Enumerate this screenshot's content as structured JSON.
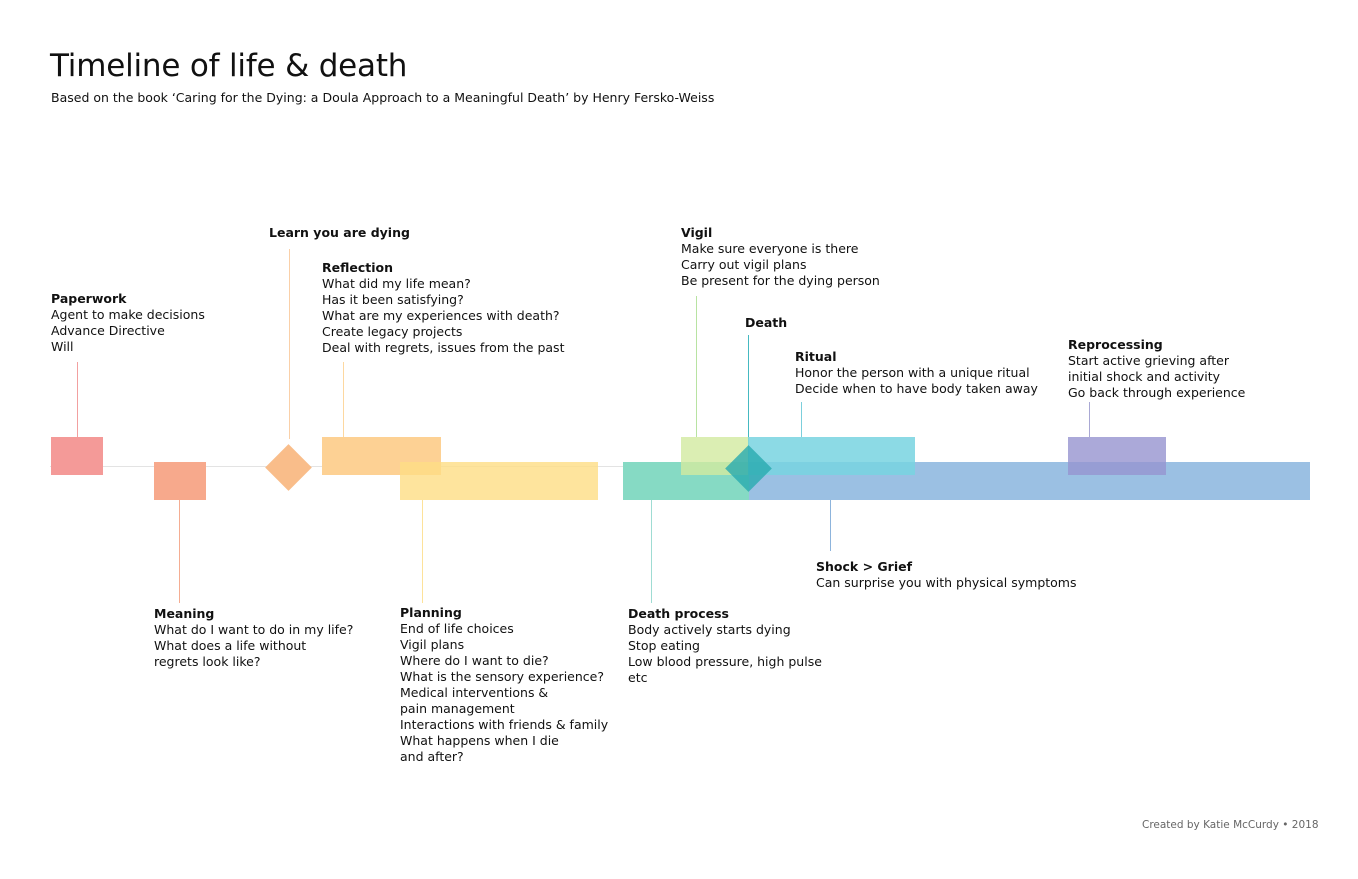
{
  "header": {
    "title": "Timeline of life & death",
    "subtitle": "Based on the book ‘Caring for the Dying: a Doula Approach to a Meaningful Death’ by Henry Fersko-Weiss"
  },
  "footer": {
    "credit": "Created by Katie McCurdy • 2018"
  },
  "colors": {
    "paperwork": "#f49a98",
    "meaning": "#f7a98c",
    "learn_dying": "#f9bd8a",
    "reflection": "#fdd194",
    "planning": "#fee497",
    "death_process": "#86dac4",
    "vigil": "#dcefb0",
    "death": "#3db6b8",
    "ritual": "#8adbe3",
    "shock_grief": "#9bc0e3",
    "reprocessing": "#a7a6d6"
  },
  "stages": {
    "paperwork": {
      "heading": "Paperwork",
      "lines": [
        "Agent to make decisions",
        "Advance Directive",
        "Will"
      ]
    },
    "meaning": {
      "heading": "Meaning",
      "lines": [
        "What do I want to do in my life?",
        "What does a life without",
        "regrets look like?"
      ]
    },
    "learn_dying": {
      "heading": "Learn you are dying",
      "lines": []
    },
    "reflection": {
      "heading": "Reflection",
      "lines": [
        "What did my life mean?",
        "Has it been satisfying?",
        "What are my experiences with death?",
        "Create legacy projects",
        "Deal with regrets, issues from the past"
      ]
    },
    "planning": {
      "heading": "Planning",
      "lines": [
        "End of life choices",
        "Vigil plans",
        "Where do I want to die?",
        "What is the sensory experience?",
        "Medical interventions &",
        "pain management",
        "Interactions with friends & family",
        "What happens when I die",
        "and after?"
      ]
    },
    "death_process": {
      "heading": "Death process",
      "lines": [
        "Body actively starts dying",
        "Stop eating",
        "Low blood pressure, high pulse",
        "etc"
      ]
    },
    "vigil": {
      "heading": "Vigil",
      "lines": [
        "Make sure everyone is there",
        "Carry out vigil plans",
        "Be present for the dying person"
      ]
    },
    "death": {
      "heading": "Death",
      "lines": []
    },
    "ritual": {
      "heading": "Ritual",
      "lines": [
        "Honor the person with a unique ritual",
        "Decide when to have body taken away"
      ]
    },
    "shock_grief": {
      "heading": "Shock > Grief",
      "lines": [
        "Can surprise you with physical symptoms"
      ]
    },
    "reprocessing": {
      "heading": "Reprocessing",
      "lines": [
        "Start active grieving after",
        "initial shock and activity",
        "Go back through experience"
      ]
    }
  }
}
